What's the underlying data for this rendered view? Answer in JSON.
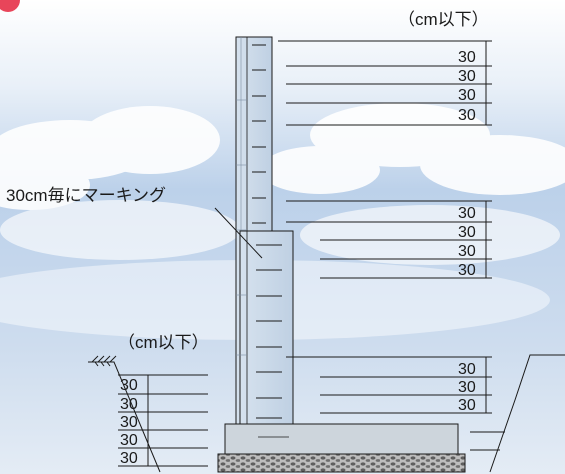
{
  "diagram": {
    "unit_label_top": "（cm以下）",
    "unit_label_left": "（cm以下）",
    "marking_label": "30cm毎にマーキング",
    "upper_column_spacing_values": [
      "30",
      "30",
      "30",
      "30"
    ],
    "middle_column_spacing_values": [
      "30",
      "30",
      "30",
      "30"
    ],
    "ground_level_spacing_values": [
      "30",
      "30",
      "30"
    ],
    "left_side_spacing_values": [
      "30",
      "30",
      "30",
      "30",
      "30"
    ]
  },
  "colors": {
    "sky_top": "#f3f7fb",
    "sky_bottom": "#aac3e2",
    "cloud": "#ffffff",
    "column_fill": "#c8d8ea",
    "footing_fill": "#cdd5dc",
    "gravel": "#8a8a8a",
    "line": "#1a1a1a",
    "accent_red": "#e8455a"
  }
}
